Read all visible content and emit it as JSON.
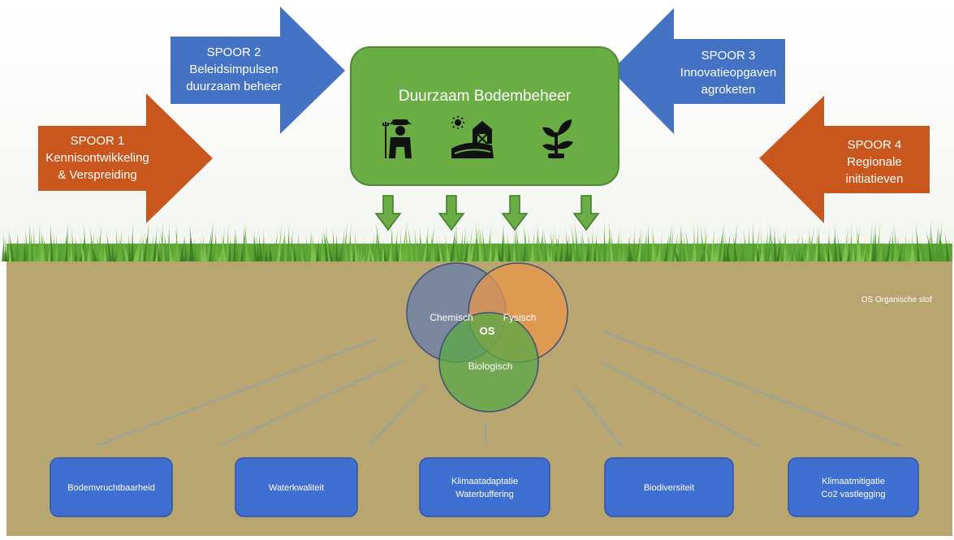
{
  "title": "Duurzaam Bodembeheer",
  "tracks": [
    {
      "label": "SPOOR 1",
      "lines": [
        "Kennisontwikkeling",
        "& Verspreiding"
      ]
    },
    {
      "label": "SPOOR 2",
      "lines": [
        "Beleidsimpulsen",
        "duurzaam beheer"
      ]
    },
    {
      "label": "SPOOR 3",
      "lines": [
        "Innovatieopgaven",
        "agroketen"
      ]
    },
    {
      "label": "SPOOR 4",
      "lines": [
        "Regionale",
        "initiatieven"
      ]
    }
  ],
  "icons": [
    "farmer-icon",
    "farm-barn-icon",
    "plant-sprout-icon"
  ],
  "venn": {
    "center": "OS",
    "circles": [
      "Chemisch",
      "Fysisch",
      "Biologisch"
    ],
    "colors": [
      "#6b7fa8",
      "#e8974a",
      "#5aa845"
    ]
  },
  "legend_note": "OS Organische stof",
  "outcomes": [
    {
      "lines": [
        "Bodemvruchtbaarheid"
      ]
    },
    {
      "lines": [
        "Waterkwaliteit"
      ]
    },
    {
      "lines": [
        "Klimaatadaptatie",
        "Waterbuffering"
      ]
    },
    {
      "lines": [
        "Biodiversiteit"
      ]
    },
    {
      "lines": [
        "Klimaatmitigatie",
        "Co2 vastlegging"
      ]
    }
  ],
  "colors": {
    "orange_arrow": "#c8561d",
    "blue_arrow": "#4472c4",
    "green_box": "#6aad45",
    "soil": "#b8a56f",
    "outcome_box": "#3f6fd1"
  }
}
